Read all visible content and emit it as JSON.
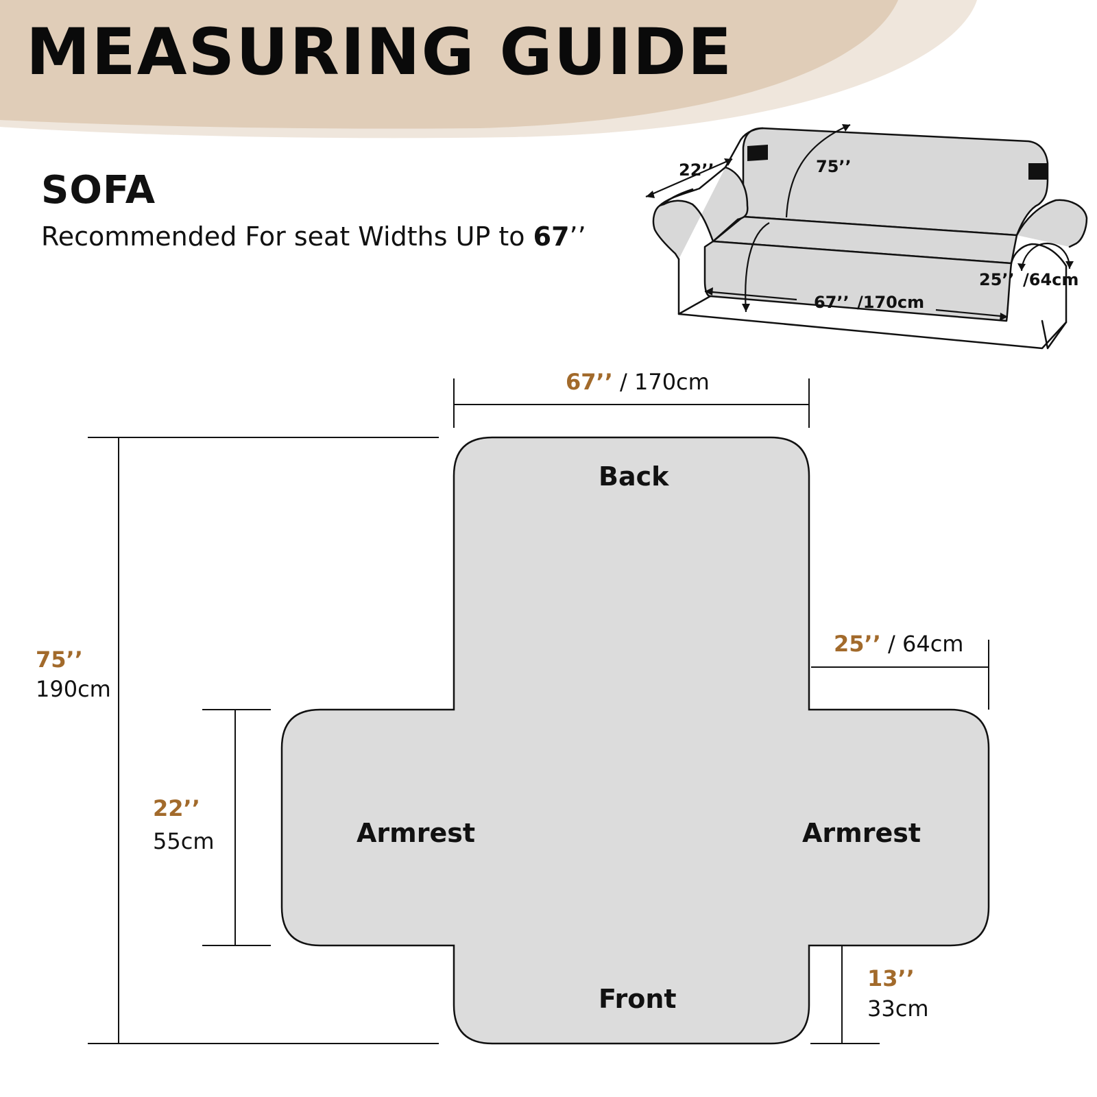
{
  "header": {
    "title": "MEASURING GUIDE",
    "band_color": "#e0cdb8",
    "band_light_color": "#efe6dc"
  },
  "product": {
    "name": "SOFA",
    "recommendation_prefix": "Recommended For seat Widths UP to",
    "recommendation_value": "67",
    "recommendation_unit": "’’"
  },
  "sofa_illustration": {
    "armrest_depth": "22’’",
    "back_height": "75’’",
    "arm_height": "25’’",
    "arm_height_cm": "/64cm",
    "seat_width": "67’’",
    "seat_width_cm": "/170cm"
  },
  "pattern": {
    "fill_color": "#dcdcdc",
    "accent_color": "#a26a2b",
    "labels": {
      "back": "Back",
      "armrest_left": "Armrest",
      "armrest_right": "Armrest",
      "front": "Front"
    },
    "dimensions": {
      "width": {
        "inches": "67’’",
        "separator": "/",
        "value_cm": "170",
        "unit_cm": "cm"
      },
      "total_length": {
        "inches": "75’’",
        "cm": "190cm"
      },
      "armrest_length": {
        "inches": "22’’",
        "cm": "55cm"
      },
      "armrest_width": {
        "inches": "25’’",
        "separator": "/",
        "value_cm": "64",
        "unit_cm": "cm"
      },
      "front_flap": {
        "inches": "13’’",
        "cm": "33cm"
      }
    }
  }
}
